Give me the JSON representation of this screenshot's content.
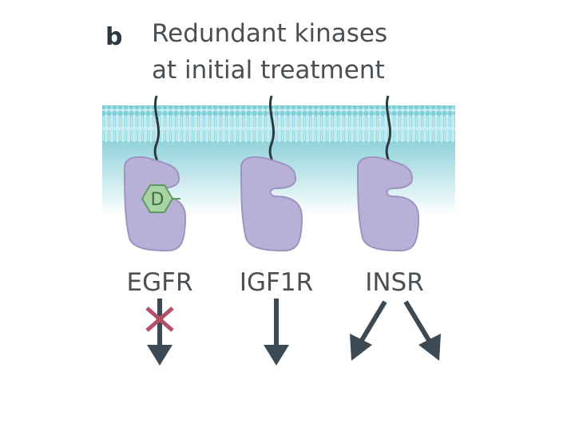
{
  "panel": {
    "letter": "b",
    "title_lines": [
      "Redundant kinases",
      "at initial treatment"
    ]
  },
  "receptors": [
    {
      "id": "egfr",
      "label": "EGFR",
      "drug_bound": true,
      "signaling": "blocked"
    },
    {
      "id": "igf1r",
      "label": "IGF1R",
      "drug_bound": false,
      "signaling": "single"
    },
    {
      "id": "insr",
      "label": "INSR",
      "drug_bound": false,
      "signaling": "double"
    }
  ],
  "drug": {
    "label": "D",
    "color": "#a9d3a4"
  },
  "colors": {
    "membrane": "#8ed4dc",
    "cytoplasm_top": "#8fd2da",
    "cytoplasm_bottom": "#ffffff",
    "kinase": "#b8b0d6",
    "kinase_stroke": "#6f6a8e",
    "arrow": "#3b4a54",
    "block_cross": "#b4506a"
  }
}
